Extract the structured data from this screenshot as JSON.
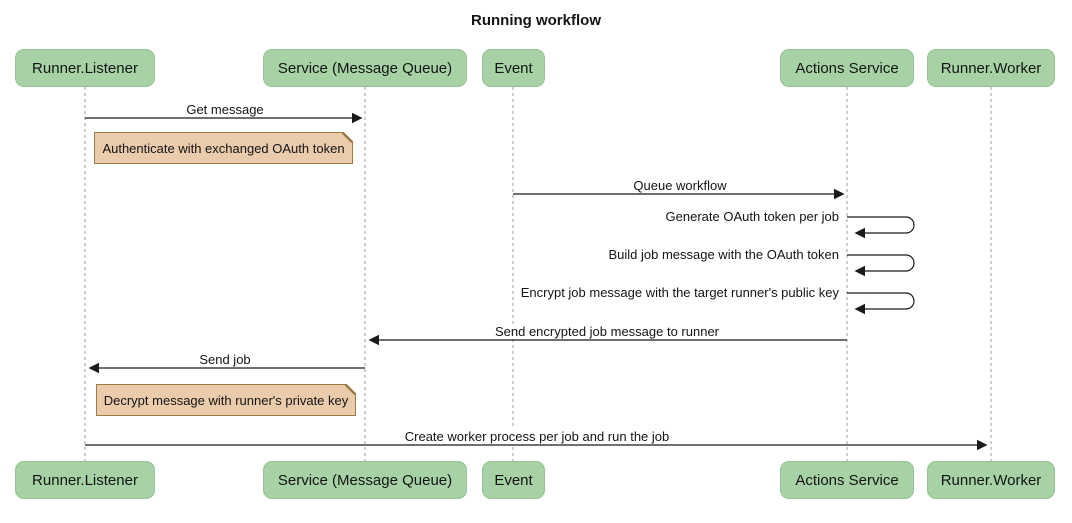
{
  "title": "Running workflow",
  "participants": [
    {
      "name": "Runner.Listener"
    },
    {
      "name": "Service (Message Queue)"
    },
    {
      "name": "Event"
    },
    {
      "name": "Actions Service"
    },
    {
      "name": "Runner.Worker"
    }
  ],
  "messages": [
    {
      "from": "Runner.Listener",
      "to": "Service (Message Queue)",
      "label": "Get message",
      "type": "arrow"
    },
    {
      "from": "Event",
      "to": "Actions Service",
      "label": "Queue workflow",
      "type": "arrow"
    },
    {
      "from": "Actions Service",
      "to": "Actions Service",
      "label": "Generate OAuth token per job",
      "type": "self"
    },
    {
      "from": "Actions Service",
      "to": "Actions Service",
      "label": "Build job message with the OAuth token",
      "type": "self"
    },
    {
      "from": "Actions Service",
      "to": "Actions Service",
      "label": "Encrypt job message with the target runner's public key",
      "type": "self"
    },
    {
      "from": "Actions Service",
      "to": "Service (Message Queue)",
      "label": "Send encrypted job message to runner",
      "type": "arrow"
    },
    {
      "from": "Service (Message Queue)",
      "to": "Runner.Listener",
      "label": "Send job",
      "type": "arrow"
    },
    {
      "from": "Runner.Listener",
      "to": "Runner.Worker",
      "label": "Create worker process per job and run the job",
      "type": "arrow"
    }
  ],
  "notes": [
    {
      "over": "Runner.Listener",
      "text": "Authenticate with exchanged OAuth token"
    },
    {
      "over": "Runner.Listener",
      "text": "Decrypt message with runner's private key"
    }
  ],
  "colors": {
    "background": "#ffffff",
    "actor_fill": "#a6d2a6",
    "actor_border": "#94c294",
    "note_fill": "#eacbab",
    "note_border": "#9c7a43",
    "line": "#1a1a1a",
    "lifeline": "#9b9b9b"
  }
}
